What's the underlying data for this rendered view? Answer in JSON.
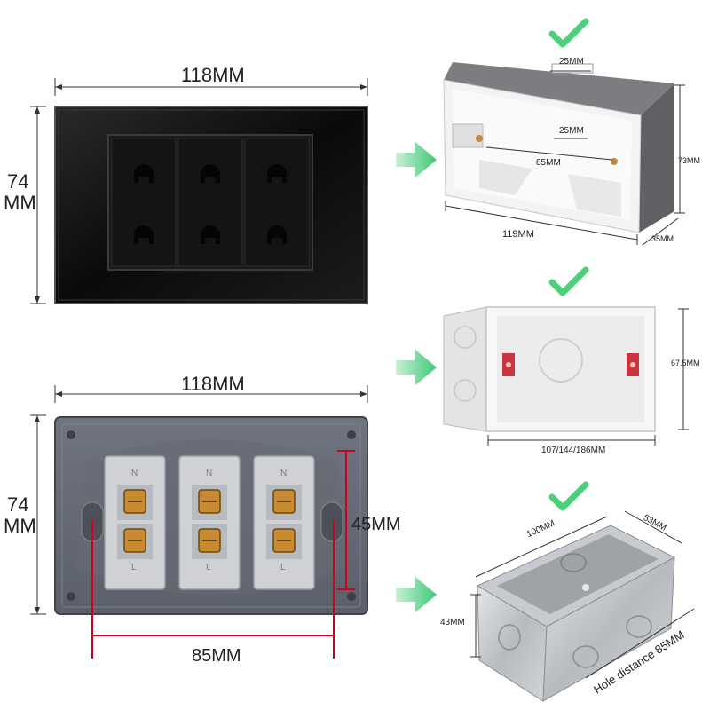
{
  "front_panel": {
    "width_label": "118MM",
    "height_label_line1": "74",
    "height_label_line2": "MM",
    "glass_color": "#0d0d0d",
    "socket_count": 3
  },
  "back_panel": {
    "width_label": "118MM",
    "height_label_line1": "74",
    "height_label_line2": "MM",
    "inner_height_label": "45MM",
    "hole_distance_label": "85MM",
    "terminal_letters": [
      "N",
      "L"
    ],
    "accent_red": "#d0021b"
  },
  "boxes": [
    {
      "name": "white-box-1",
      "check_color": "#4cd07a",
      "labels": {
        "top": "25MM",
        "inner": "25MM",
        "hole": "85MM",
        "length": "119MM",
        "height": "73MM",
        "depth": "35MM"
      }
    },
    {
      "name": "white-box-2",
      "check_color": "#4cd07a",
      "labels": {
        "height": "67.5MM",
        "length": "107/144/186MM"
      }
    },
    {
      "name": "metal-box",
      "check_color": "#4cd07a",
      "labels": {
        "length": "100MM",
        "depth": "53MM",
        "height": "43MM",
        "hole": "Hole distance 85MM"
      }
    }
  ],
  "arrow_color": "#5fcf8a"
}
